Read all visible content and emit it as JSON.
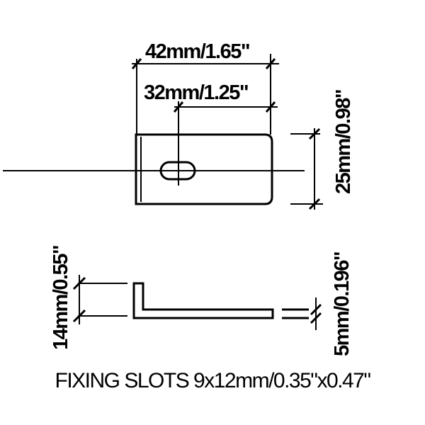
{
  "top_view": {
    "overall_width_label": "42mm/1.65\"",
    "slot_center_label": "32mm/1.25\"",
    "height_label": "25mm/0.98\""
  },
  "side_view": {
    "bend_height_label": "14mm/0.55\"",
    "thickness_label": "5mm/0.196\""
  },
  "footer_note": "FIXING SLOTS 9x12mm/0.35\"x0.47\""
}
